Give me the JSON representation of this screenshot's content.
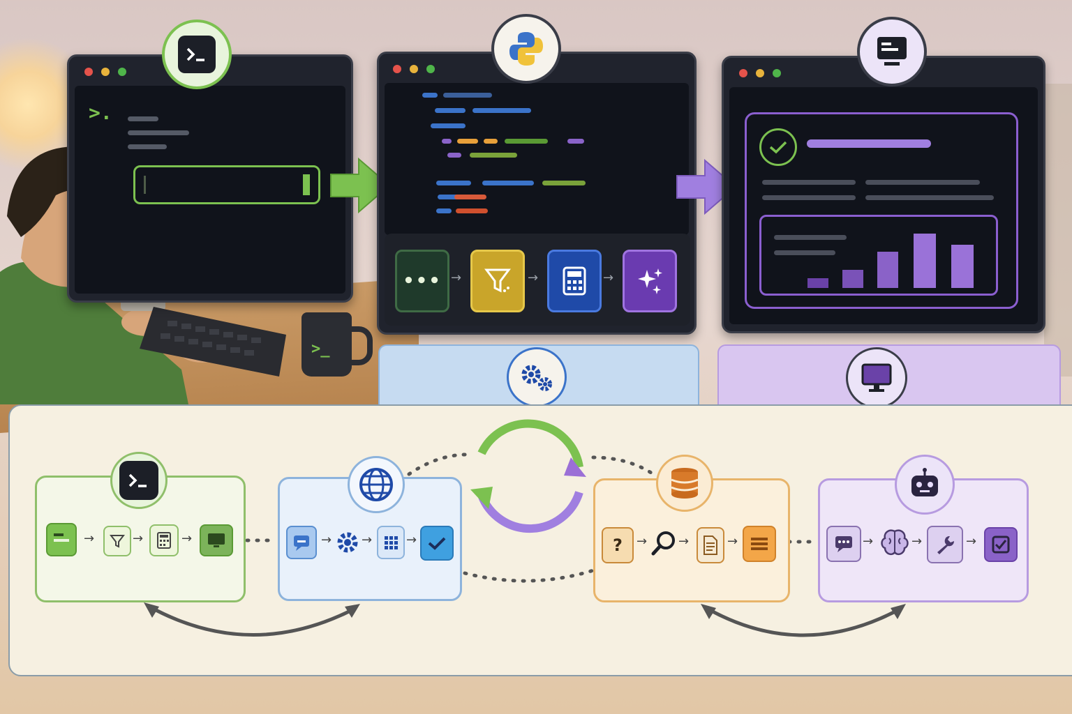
{
  "colors": {
    "green": "#7cc150",
    "blue": "#3b73c9",
    "purple": "#9b6fd6",
    "orange": "#e89a3a",
    "dark": "#1c1f27"
  },
  "top_windows": [
    {
      "name": "terminal-window",
      "badge_icon": "terminal-icon"
    },
    {
      "name": "python-code-window",
      "badge_icon": "python-icon"
    },
    {
      "name": "dashboard-window",
      "badge_icon": "monitor-icon"
    }
  ],
  "pipeline_steps": [
    {
      "icon": "ellipsis-icon"
    },
    {
      "icon": "filter-icon"
    },
    {
      "icon": "calculator-icon"
    },
    {
      "icon": "sparkles-icon"
    }
  ],
  "tabs": [
    {
      "icon": "gears-icon"
    },
    {
      "icon": "monitor-icon"
    }
  ],
  "groups": [
    {
      "badge": "terminal-icon",
      "steps": [
        "message-icon",
        "filter-icon",
        "calculator-icon",
        "monitor-icon"
      ]
    },
    {
      "badge": "globe-icon",
      "steps": [
        "chat-icon",
        "gear-icon",
        "grid-icon",
        "check-icon"
      ]
    },
    {
      "badge": "database-icon",
      "steps": [
        "question-icon",
        "search-icon",
        "document-icon",
        "list-icon"
      ]
    },
    {
      "badge": "robot-icon",
      "steps": [
        "chat-dots-icon",
        "brain-icon",
        "wrench-icon",
        "checkbox-icon"
      ]
    }
  ],
  "terminal": {
    "prompt": ">."
  },
  "mug": {
    "prompt": ">_"
  }
}
